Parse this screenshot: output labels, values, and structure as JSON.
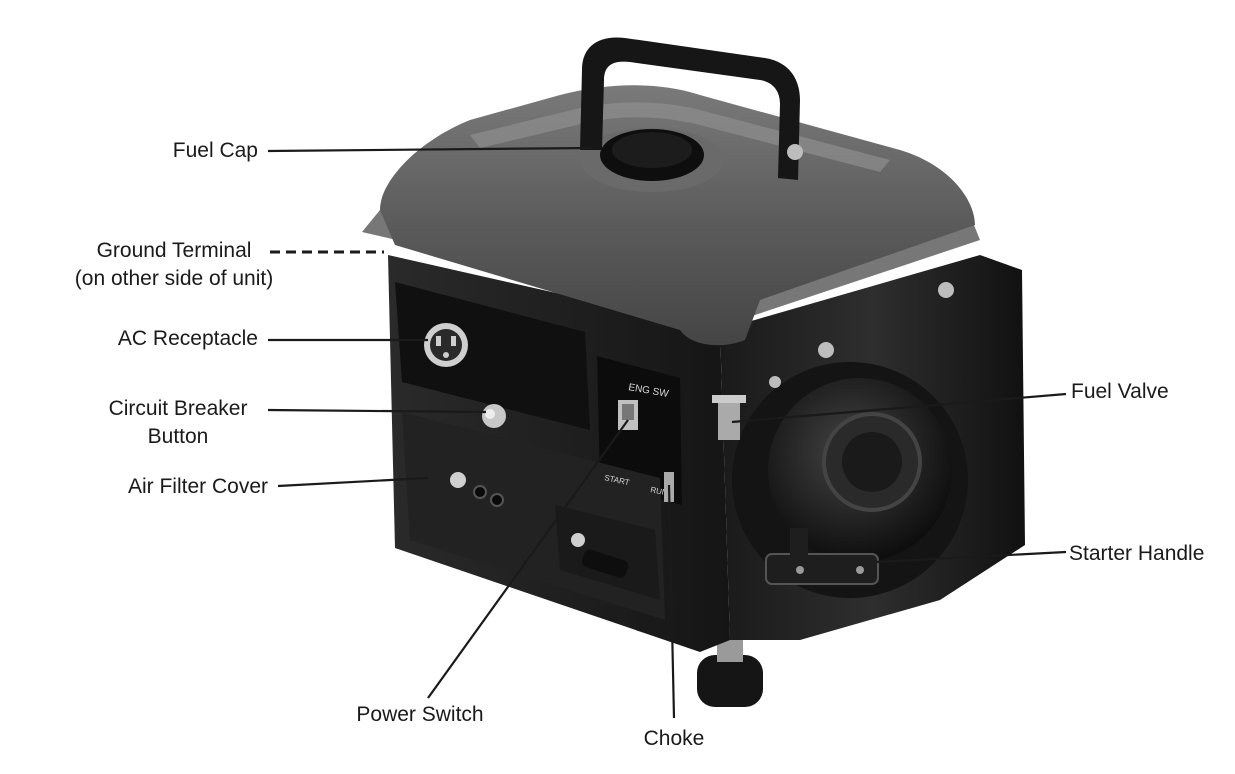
{
  "labels": {
    "fuel_cap": "Fuel Cap",
    "ground_terminal_1": "Ground Terminal",
    "ground_terminal_2": "(on other side of unit)",
    "ac_receptacle": "AC Receptacle",
    "circuit_breaker_1": "Circuit Breaker",
    "circuit_breaker_2": "Button",
    "air_filter_cover": "Air Filter Cover",
    "power_switch": "Power Switch",
    "choke": "Choke",
    "fuel_valve": "Fuel Valve",
    "starter_handle": "Starter Handle"
  },
  "panel_text": {
    "eng_sw": "ENG SW",
    "start": "START",
    "run": "RUN"
  },
  "colors": {
    "body_dark": "#1c1c1c",
    "tank_gray": "#5e5e5e",
    "tank_highlight": "#8a8a8a",
    "metal": "#b9b9b9",
    "line": "#1a1a1a"
  }
}
